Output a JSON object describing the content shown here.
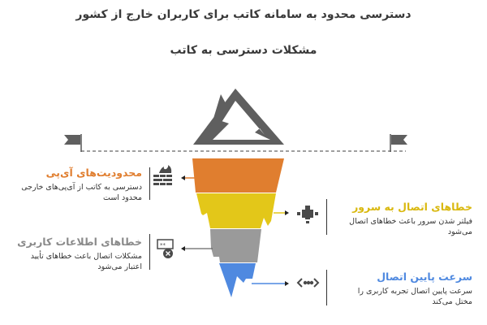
{
  "header": {
    "title": "دسترسی محدود به سامانه کاتب برای کاربران خارج از کشور",
    "subtitle": "مشکلات دسترسی به کاتب"
  },
  "colors": {
    "layer1": "#E07E2F",
    "layer2": "#E3C719",
    "layer3": "#9A9A9A",
    "layer4": "#4F89E0",
    "mountain": "#5F5F5F"
  },
  "items": [
    {
      "title": "محدودیت‌های آی‌پی",
      "desc_line1": "دسترسی به کاتب از آی‌پی‌های خارجی",
      "desc_line2": "محدود است",
      "color": "#E07E2F",
      "icon": "firewall-icon"
    },
    {
      "title": "خطاهای اتصال به سرور",
      "desc_line1": "فیلتر شدن سرور باعث خطاهای اتصال",
      "desc_line2": "می‌شود",
      "color": "#E3C719",
      "icon": "network-nodes-icon"
    },
    {
      "title": "خطاهای اطلاعات کاربری",
      "desc_line1": "مشکلات اتصال باعث خطاهای تأیید",
      "desc_line2": "اعتبار می‌شود",
      "color": "#9A9A9A",
      "icon": "password-error-icon"
    },
    {
      "title": "سرعت پایین اتصال",
      "desc_line1": "سرعت پایین اتصال تجربه کاربری را",
      "desc_line2": "مختل می‌کند",
      "color": "#4F89E0",
      "icon": "code-dots-icon"
    }
  ]
}
